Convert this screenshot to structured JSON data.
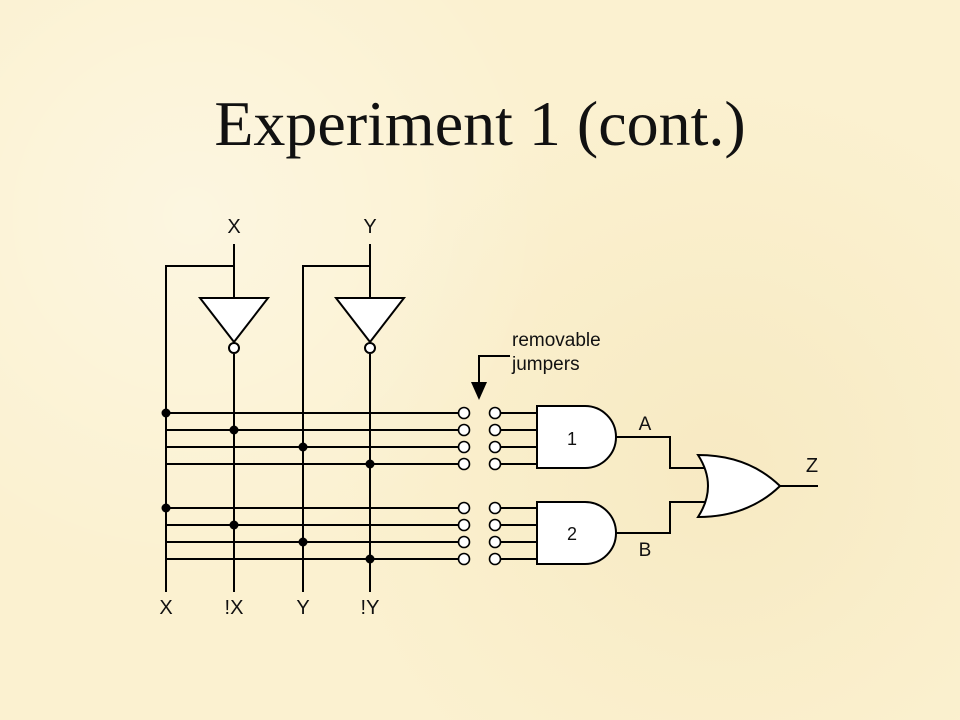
{
  "slide": {
    "title": "Experiment 1 (cont.)"
  },
  "diagram": {
    "input_top_labels": [
      "X",
      "Y"
    ],
    "bus_bottom_labels": [
      "X",
      "!X",
      "Y",
      "!Y"
    ],
    "annotation_lines": [
      "removable",
      "jumpers"
    ],
    "and_gate_labels": [
      "1",
      "2"
    ],
    "signal_labels": [
      "A",
      "B"
    ],
    "output_label": "Z"
  },
  "colors": {
    "background": "#fbf1d0",
    "ink": "#000000"
  }
}
